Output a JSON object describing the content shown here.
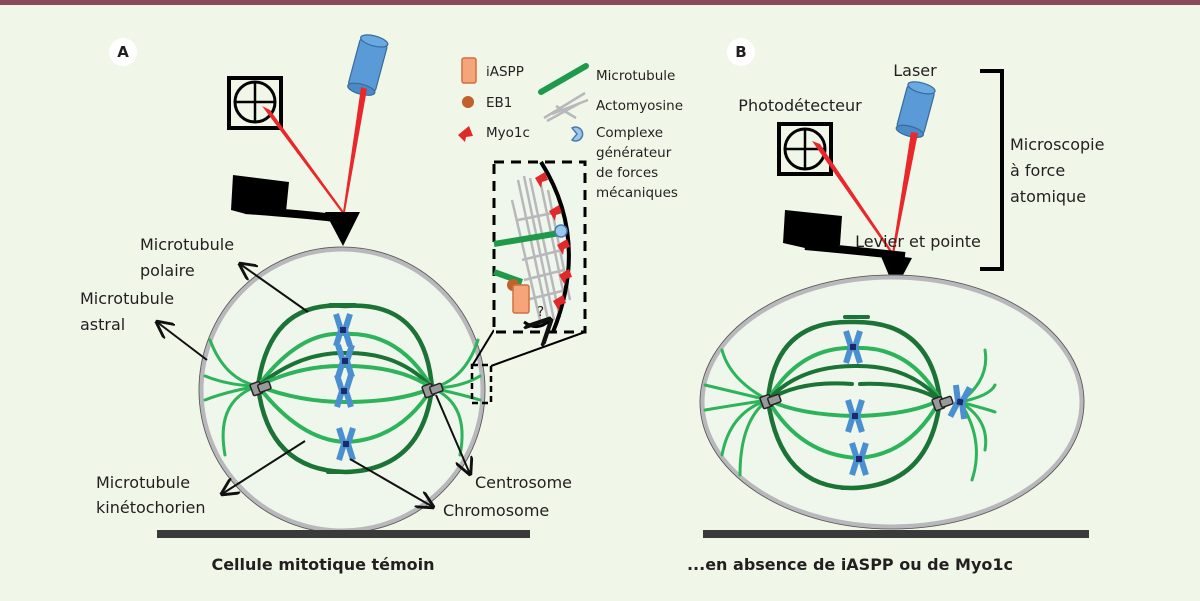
{
  "panels": {
    "a": {
      "badge": "A",
      "caption": "Cellule mitotique témoin",
      "labels": {
        "polar_mt": [
          "Microtubule",
          "polaire"
        ],
        "astral_mt": [
          "Microtubule",
          "astral"
        ],
        "kineto_mt": [
          "Microtubule",
          "kinétochorien"
        ],
        "centrosome": "Centrosome",
        "chromosome": "Chromosome"
      },
      "inset_question": "?"
    },
    "b": {
      "badge": "B",
      "caption": "...en absence de iASPP ou de Myo1c",
      "labels": {
        "laser": "Laser",
        "photodetector": "Photodétecteur",
        "cantilever": "Levier et pointe",
        "afm": [
          "Microscopie",
          "à force",
          "atomique"
        ]
      }
    }
  },
  "legend": {
    "items": [
      {
        "key": "iaspp",
        "label": "iASPP",
        "color": "#f6a47a"
      },
      {
        "key": "eb1",
        "label": "EB1",
        "color": "#c0602a"
      },
      {
        "key": "myo1c",
        "label": "Myo1c",
        "color": "#e02a2a"
      },
      {
        "key": "microtubule",
        "label": "Microtubule",
        "color": "#1f9a4a"
      },
      {
        "key": "actomyosin",
        "label": "Actomyosine",
        "color": "#b8b8bc"
      },
      {
        "key": "force_complex",
        "label": [
          "Complexe",
          "générateur",
          "de forces",
          "mécaniques"
        ],
        "color": "#9cc6ea"
      }
    ]
  },
  "colors": {
    "background": "#f0f7e8",
    "topbar": "#8a4a5a",
    "mt_light": "#2db35a",
    "mt_dark": "#1b7336",
    "chromosome": "#4a90d0",
    "laser_beam": "#e8282a",
    "laser_body": "#5a9ad6",
    "membrane": "#b8b8bc",
    "substrate": "#3a3a3a"
  }
}
